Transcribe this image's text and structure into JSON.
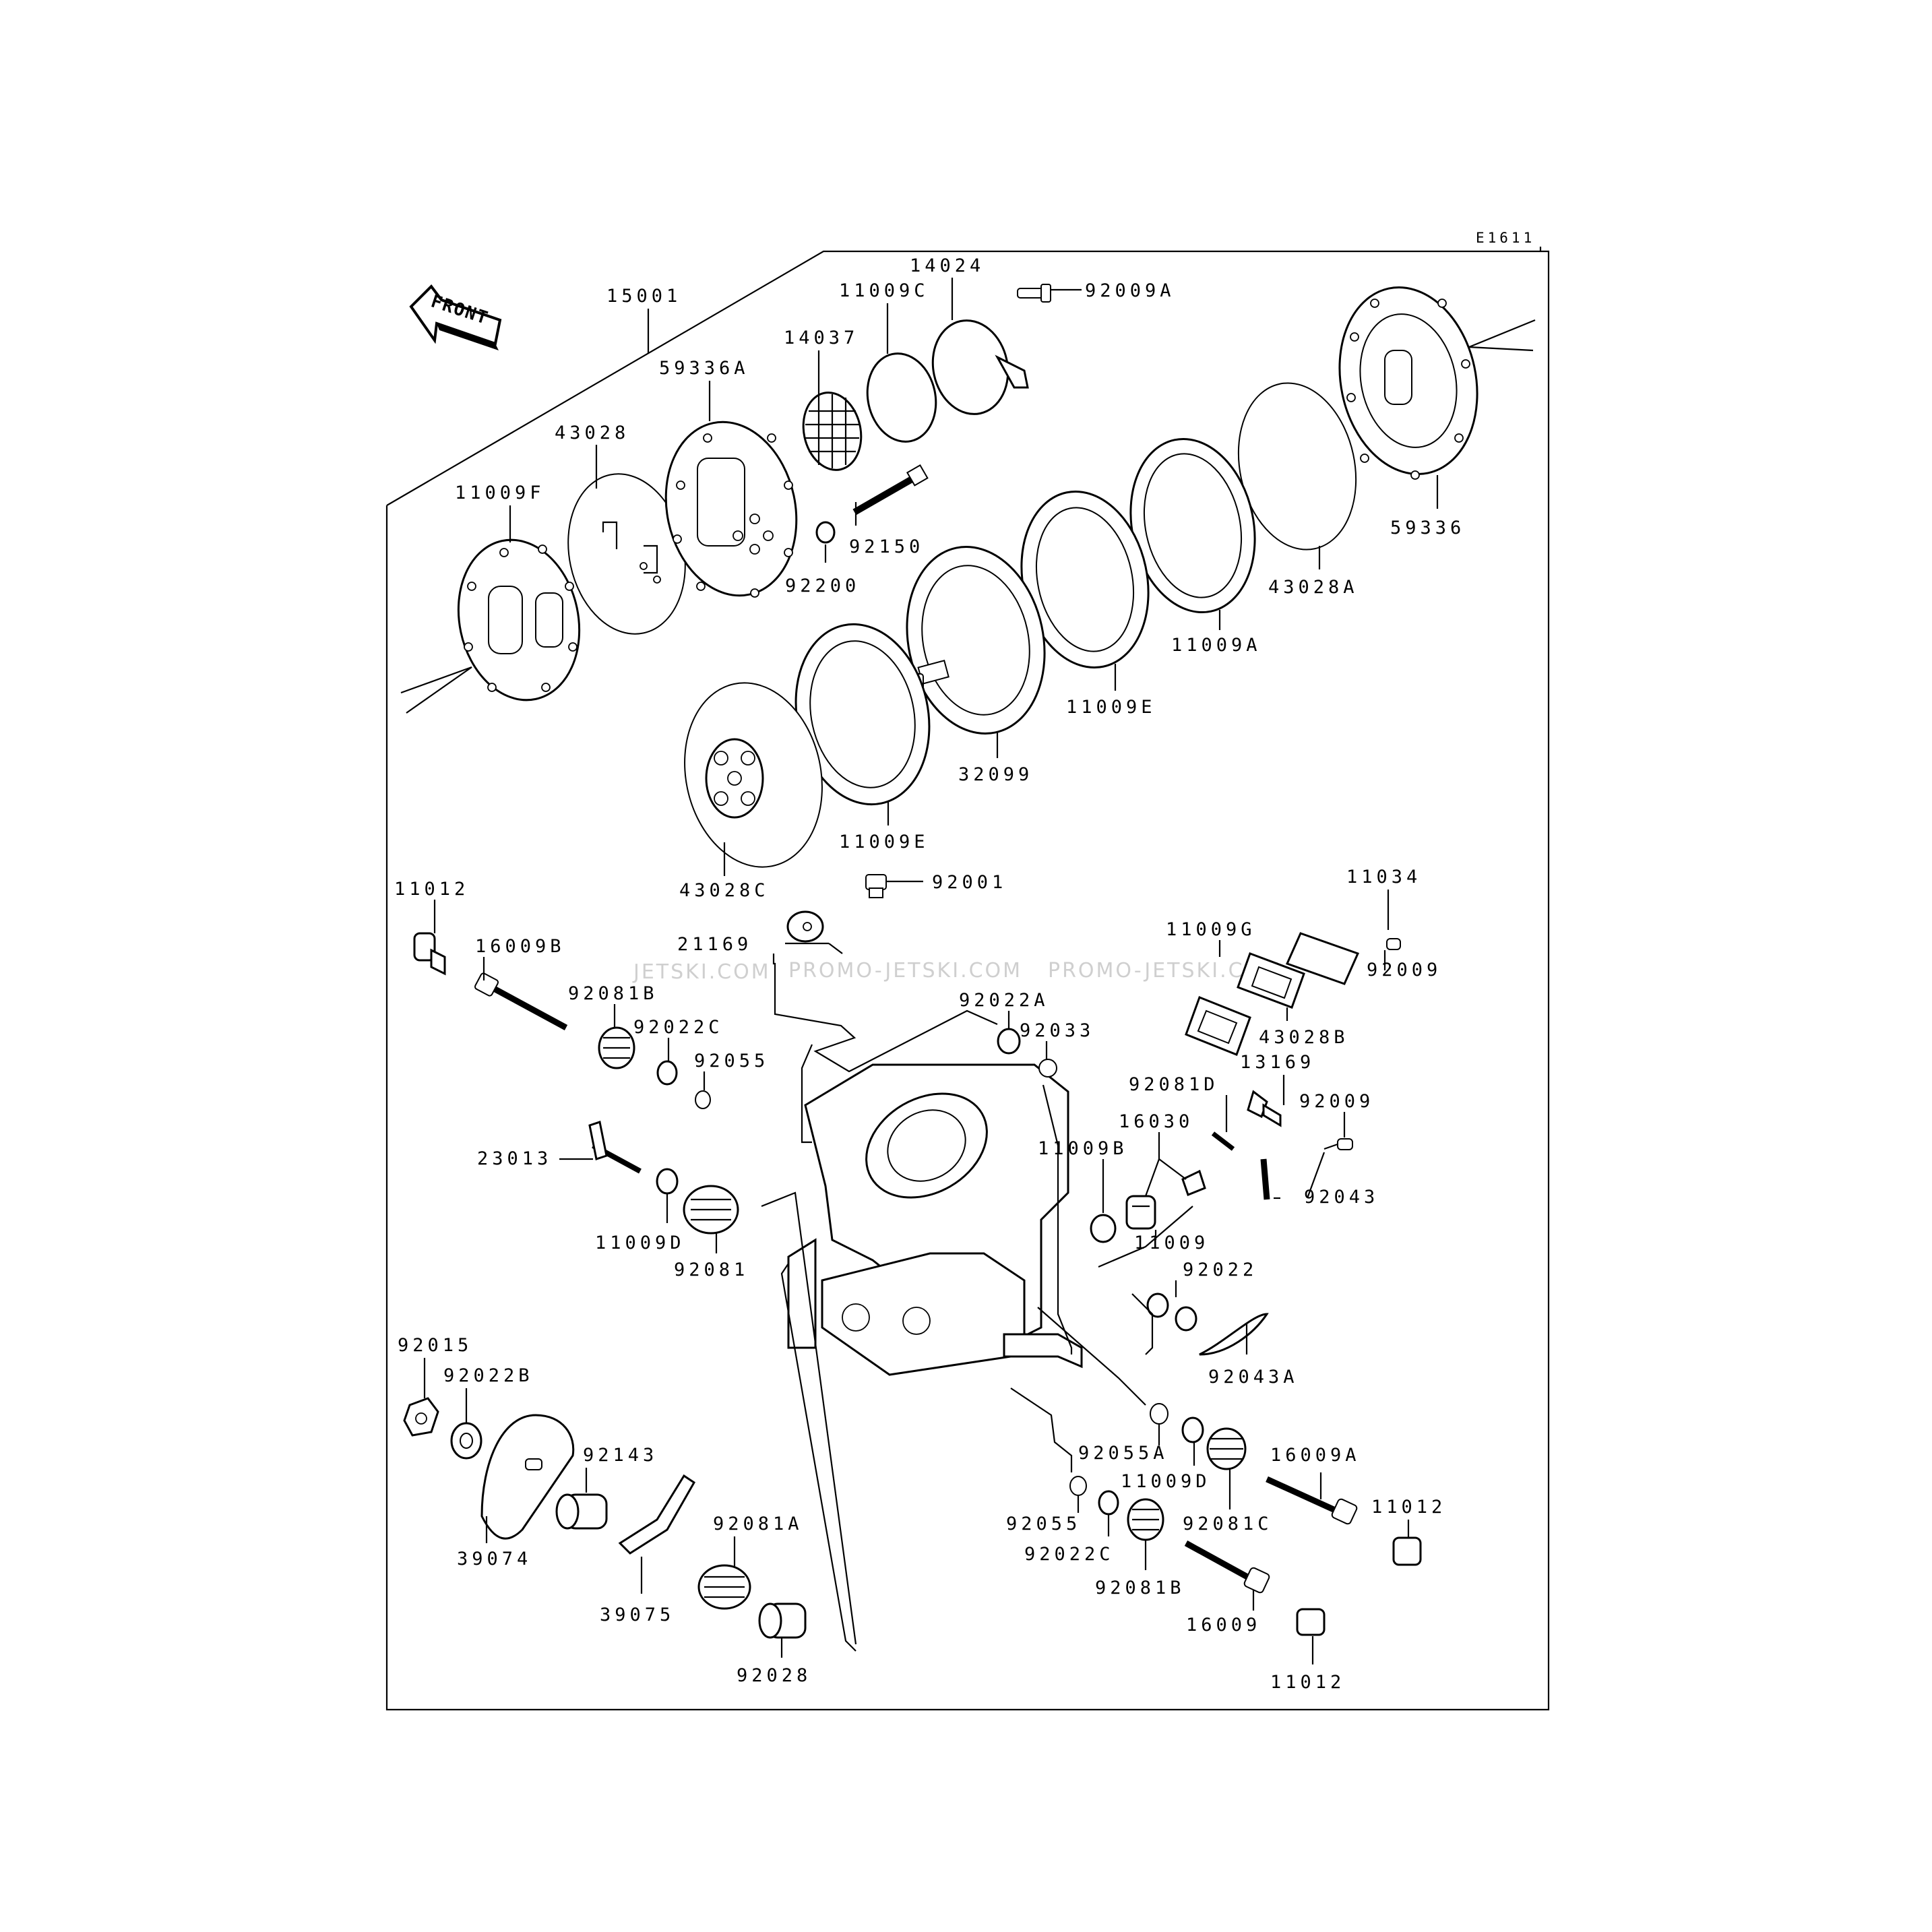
{
  "diagram_code": "E1611",
  "front_label": "FRONT",
  "watermarks": [
    "JETSKI.COM",
    "PROMO-JETSKI.COM",
    "PROMO-JETSKI.COM"
  ],
  "parts": [
    "15001",
    "14024",
    "11009C",
    "92009A",
    "14037",
    "59336A",
    "43028",
    "11009F",
    "92150",
    "92200",
    "59336",
    "43028A",
    "11009A",
    "11009E",
    "32099",
    "11009E",
    "43028C",
    "11012",
    "16009B",
    "92001",
    "21169",
    "11034",
    "11009G",
    "92009",
    "92081B",
    "92022A",
    "92022C",
    "92033",
    "43028B",
    "92055",
    "13169",
    "92081D",
    "92009",
    "16030",
    "23013",
    "11009B",
    "92043",
    "11009D",
    "11009",
    "92081",
    "92022",
    "92015",
    "92043A",
    "92022B",
    "92143",
    "92055A",
    "16009A",
    "11009D",
    "11012",
    "39074",
    "92081A",
    "92055",
    "92081C",
    "92022C",
    "39075",
    "92081B",
    "16009",
    "92028",
    "11012"
  ],
  "colors": {
    "ink": "#000000",
    "watermark": "#cfcfcf",
    "paper": "#ffffff"
  }
}
